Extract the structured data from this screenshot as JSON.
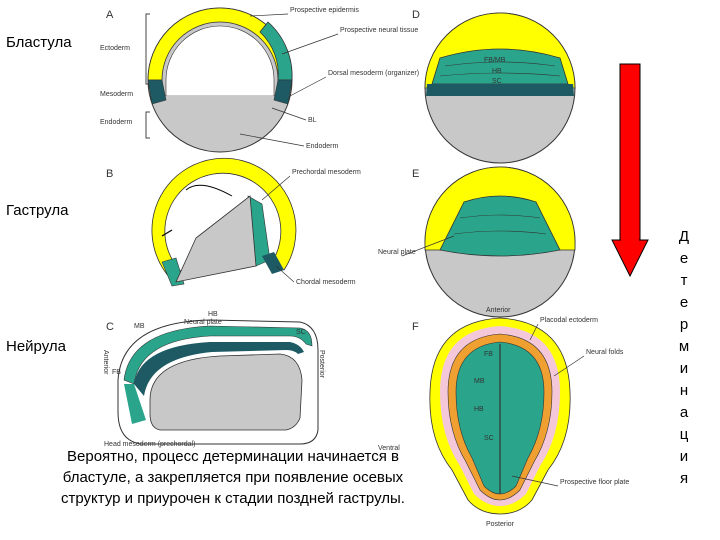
{
  "stages": {
    "blastula": "Бластула",
    "gastrula": "Гаструла",
    "neurula": "Нейрула"
  },
  "caption": [
    "Вероятно, процесс детерминации начинается в",
    "бластуле, а закрепляется при появление осевых",
    "структур и приурочен к стадии поздней гаструлы."
  ],
  "vertical_word": [
    "Д",
    "е",
    "т",
    "е",
    "р",
    "м",
    "и",
    "н",
    "а",
    "ц",
    "и",
    "я"
  ],
  "panels": {
    "a": "A",
    "b": "B",
    "c": "C",
    "d": "D",
    "e": "E",
    "f": "F"
  },
  "labels_a": {
    "prospective_epidermis": "Prospective epidermis",
    "prospective_neural": "Prospective neural tissue",
    "ectoderm": "Ectoderm",
    "dorsal_mesoderm": "Dorsal mesoderm (organizer)",
    "mesoderm": "Mesoderm",
    "endoderm_left": "Endoderm",
    "bl": "BL",
    "endoderm": "Endoderm"
  },
  "labels_b": {
    "prechordal": "Prechordal mesoderm",
    "chordal": "Chordal mesoderm"
  },
  "labels_c": {
    "hb": "HB",
    "mb": "MB",
    "neural_plate": "Neural plate",
    "sc": "SC",
    "fb": "FB",
    "anterior": "Anterior",
    "posterior": "Posterior",
    "head_mesoderm": "Head mesoderm (prechordal)",
    "ventral": "Ventral"
  },
  "labels_d": {
    "fbmb": "FB/MB",
    "hb": "HB",
    "sc": "SC"
  },
  "labels_e": {
    "neural_plate": "Neural plate"
  },
  "labels_f": {
    "anterior": "Anterior",
    "placodal": "Placodal ectoderm",
    "fb": "FB",
    "mb": "MB",
    "hb": "HB",
    "sc": "SC",
    "neural_folds": "Neural folds",
    "floor_plate": "Prospective floor plate",
    "posterior": "Posterior"
  },
  "colors": {
    "yellow": "#ffff00",
    "teal": "#2aa58c",
    "dark_teal": "#1d5a64",
    "gray": "#c8c8c8",
    "red": "#ff0000",
    "orange": "#f0a030",
    "pink": "#f4c8d8"
  }
}
